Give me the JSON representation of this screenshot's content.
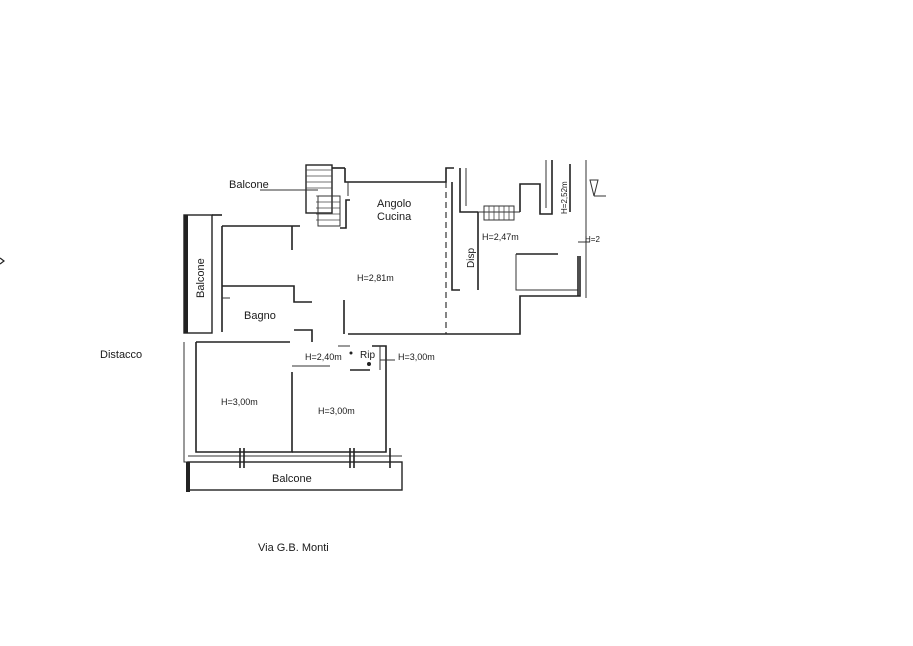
{
  "plan": {
    "labels": {
      "balcone_top": "Balcone",
      "balcone_left": "Balcone",
      "balcone_bottom": "Balcone",
      "angolo": "Angolo",
      "cucina": "Cucina",
      "h_main": "H=2,81m",
      "bagno": "Bagno",
      "h_corridor": "H=2,40m",
      "rip": "Rip",
      "h_rip": "H=3,00m",
      "h_room_left": "H=3,00m",
      "h_room_mid": "H=3,00m",
      "disp": "Disp",
      "h_right": "H=2,47m",
      "h_far_right": "H=2,52m",
      "h_cut": "H=2",
      "distacco": "Distacco",
      "street": "Via G.B. Monti"
    }
  }
}
